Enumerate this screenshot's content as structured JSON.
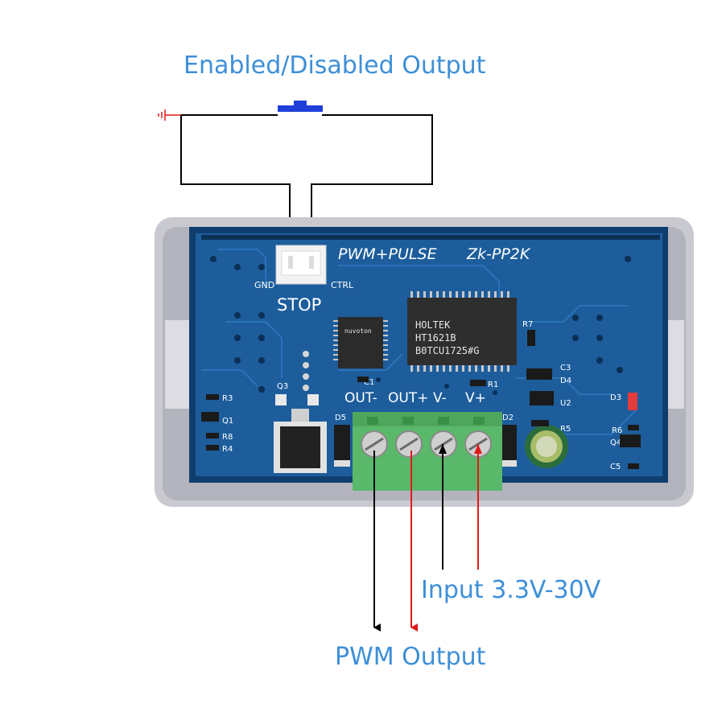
{
  "captions": {
    "top": "Enabled/Disabled Output",
    "input": "Input 3.3V-30V",
    "pwm": "PWM Output"
  },
  "board": {
    "title": "PWM+PULSE",
    "model": "Zk-PP2K",
    "stop_label": "STOP",
    "gnd_label": "GND",
    "ctrl_label": "CTRL",
    "terminals": [
      "OUT-",
      "OUT+",
      "V-",
      "V+"
    ],
    "chip_main": [
      "HOLTEK",
      "HT1621B",
      "B0TCU1725#G"
    ],
    "chip_small": "nuvoton",
    "refs": [
      "R7",
      "C3",
      "D4",
      "U2",
      "R5",
      "D3",
      "R6",
      "Q4",
      "C5",
      "R3",
      "Q1",
      "R8",
      "R4",
      "Q3",
      "C1",
      "R1",
      "D5",
      "D2"
    ]
  },
  "colors": {
    "board": "#1d5d9c",
    "board_dark": "#0f3e6e",
    "case": "#b9b9c2",
    "terminal": "#59b86a",
    "caption": "#3d8fd8",
    "wire_black": "#000000",
    "wire_red": "#e01a1a",
    "button": "#1f3fd8"
  }
}
